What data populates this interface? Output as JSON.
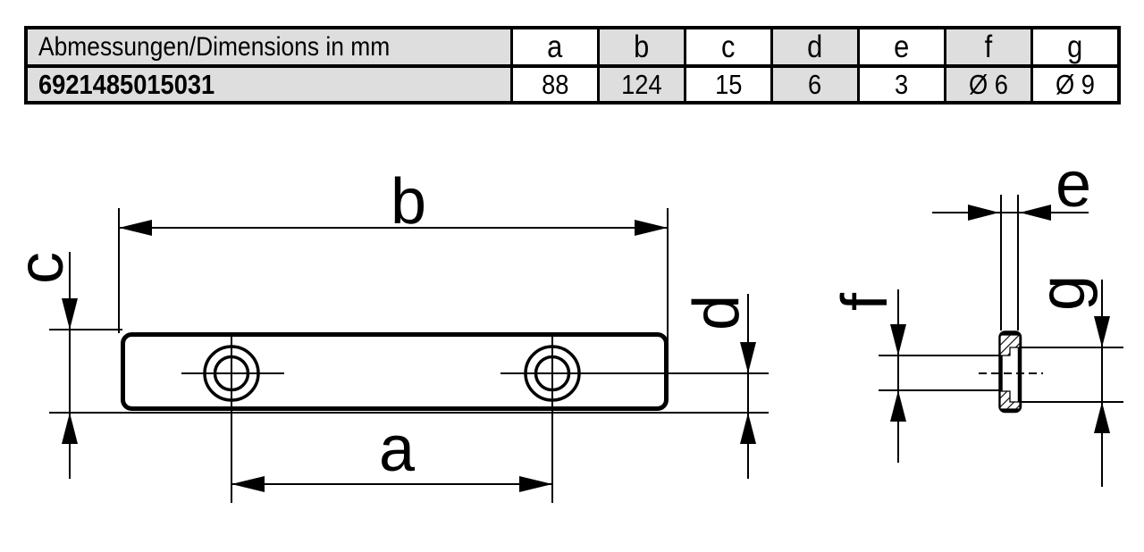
{
  "table": {
    "title": "Abmessungen/Dimensions in mm",
    "part_number": "6921485015031",
    "columns": [
      "a",
      "b",
      "c",
      "d",
      "e",
      "f",
      "g"
    ],
    "values": [
      "88",
      "124",
      "15",
      "6",
      "3",
      "Ø 6",
      "Ø 9"
    ]
  },
  "drawing": {
    "labels": {
      "a": "a",
      "b": "b",
      "c": "c",
      "d": "d",
      "e": "e",
      "f": "f",
      "g": "g"
    }
  },
  "colors": {
    "line": "#000000",
    "table_shade": "#dedede",
    "background": "#ffffff"
  }
}
